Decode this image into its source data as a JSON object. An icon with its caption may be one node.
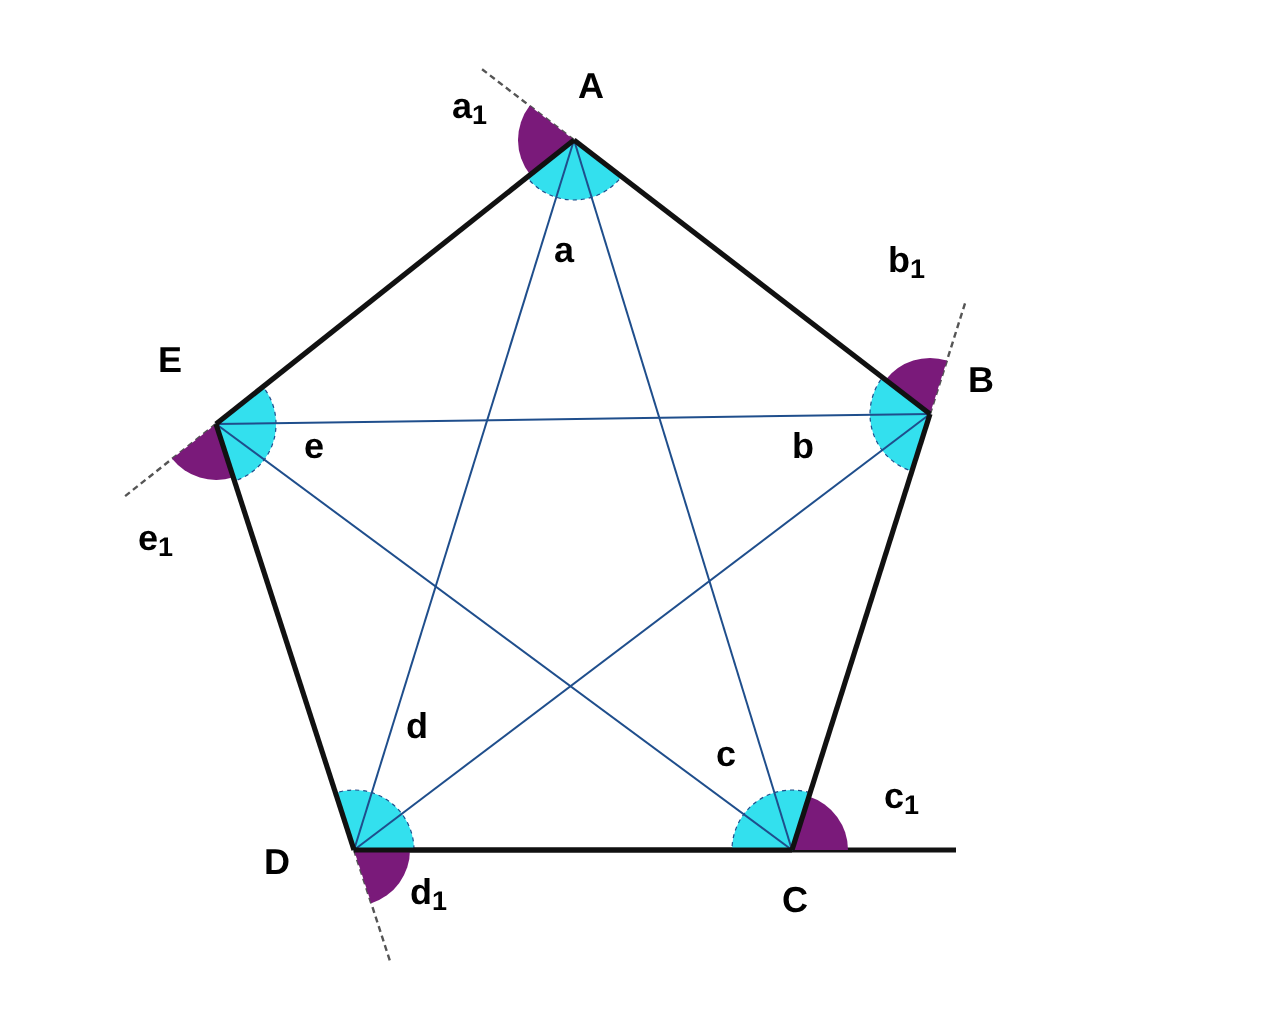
{
  "diagram": {
    "labels": [
      "a$_{1}$",
      "A",
      "a",
      "b$_{1}$",
      "E",
      "B",
      "e",
      "b",
      "e$_{1}$",
      "d",
      "c",
      "c$_{1}$",
      "D",
      "d$_{1}$",
      "C"
    ]
  }
}
